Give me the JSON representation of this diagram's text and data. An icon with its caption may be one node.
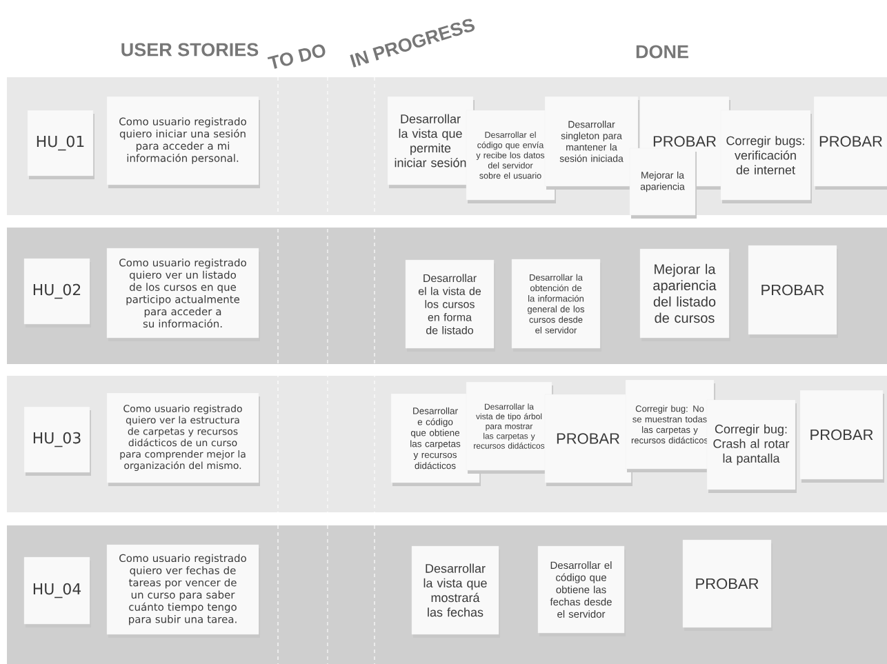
{
  "diagram": {
    "nodes": [
      {
        "text": [],
        "shape": "band"
      },
      {
        "text": [
          "HU_01"
        ],
        "in": 0
      },
      {
        "text": [
          "Como usuario registrado quiero iniciar una sesión para acceder a mi información personal."
        ],
        "in": 0
      },
      {
        "text": [
          "Desarrollar la vista que permite iniciar sesión"
        ],
        "in": 0
      },
      {
        "text": [
          "Desarrollar el código que envía y recibe los datos del servidor sobre el usuario"
        ],
        "in": 0
      },
      {
        "text": [
          "Desarrollar singleton para mantener la sesión iniciada"
        ],
        "in": 0
      },
      {
        "text": [
          "PROBAR"
        ],
        "in": 0
      },
      {
        "text": [
          "Mejorar la apariencia"
        ],
        "in": 0
      },
      {
        "text": [
          "Corregir bugs: verificación de internet"
        ],
        "in": 0
      },
      {
        "text": [
          "PROBAR"
        ],
        "in": 0
      },
      {
        "text": [],
        "shape": "band"
      },
      {
        "text": [
          "HU_02"
        ],
        "in": 10
      },
      {
        "text": [
          "Como usuario registrado quiero ver un listado de los cursos en que participo actualmente para acceder a su información."
        ],
        "in": 10
      },
      {
        "text": [
          "Desarrollar el la vista de los cursos en forma de listado"
        ],
        "in": 10
      },
      {
        "text": [
          "Desarrollar la obtención de la información general de los cursos desde el servidor"
        ],
        "in": 10
      },
      {
        "text": [
          "Mejorar la apariencia del listado de cursos"
        ],
        "in": 10
      },
      {
        "text": [
          "PROBAR"
        ],
        "in": 10
      },
      {
        "text": [],
        "shape": "band"
      },
      {
        "text": [
          "HU_03"
        ],
        "in": 17
      },
      {
        "text": [
          "Como usuario registrado quiero ver la estructura de carpetas y recursos didácticos de un curso para comprender mejor la organización del mismo."
        ],
        "in": 17
      },
      {
        "text": [
          "Desarrollar e código que obtiene las carpetas y recursos didácticos"
        ],
        "in": 17
      },
      {
        "text": [
          "Desarrollar la vista de tipo árbol para mostrar las carpetas y recursos didácticos"
        ],
        "in": 17
      },
      {
        "text": [
          "PROBAR"
        ],
        "in": 17
      },
      {
        "text": [
          "Corregir bug: No se muestran todas las carpetas y recursos didácticos"
        ],
        "in": 17
      },
      {
        "text": [
          "Corregir bug: Crash al rotar la pantalla"
        ],
        "in": 17
      },
      {
        "text": [
          "PROBAR"
        ],
        "in": 17
      },
      {
        "text": [],
        "shape": "band"
      },
      {
        "text": [
          "HU_04"
        ],
        "in": 26
      },
      {
        "text": [
          "Como usuario registrado quiero ver fechas de tareas por vencer de un curso para saber cuánto tiempo tengo para subir una tarea."
        ],
        "in": 26
      },
      {
        "text": [
          "Desarrollar la vista que mostrará las fechas"
        ],
        "in": 26
      },
      {
        "text": [
          "Desarrollar el código que obtiene las fechas desde el servidor"
        ],
        "in": 26
      },
      {
        "text": [
          "PROBAR"
        ],
        "in": 26
      }
    ],
    "labels": [
      "USER STORIES",
      "TO DO",
      "IN PROGRESS",
      "DONE"
    ]
  }
}
